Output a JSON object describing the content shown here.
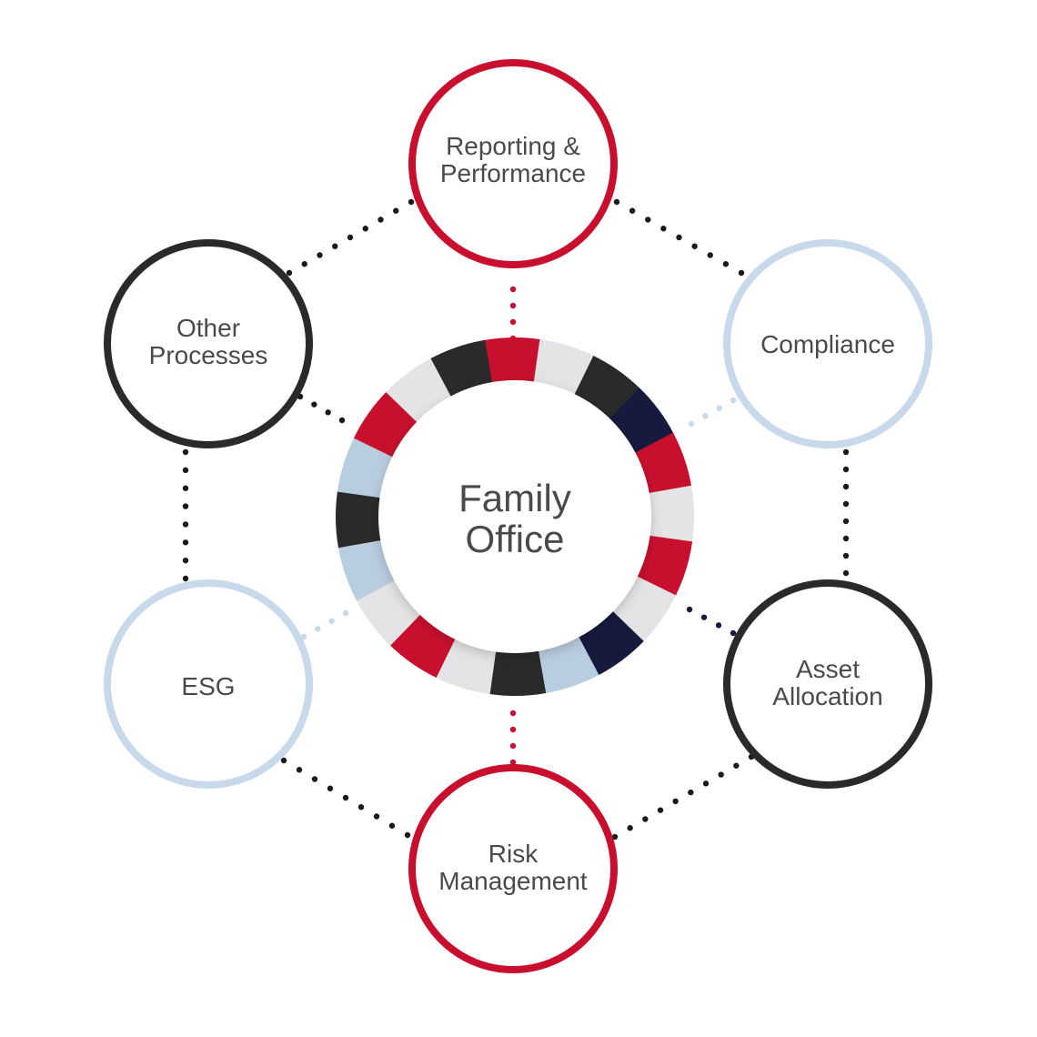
{
  "diagram": {
    "center": {
      "lines": [
        "Family",
        "Office"
      ]
    },
    "colors": {
      "red": "#c8102e",
      "dark": "#2a2a2a",
      "navy": "#161a3d",
      "light_blue": "#c7d9ea",
      "ring_light_blue": "#b9cde0",
      "ring_gray": "#e4e4e6"
    },
    "nodes": [
      {
        "id": "reporting",
        "lines": [
          "Reporting &",
          "Performance"
        ],
        "color": "red"
      },
      {
        "id": "compliance",
        "lines": [
          "Compliance"
        ],
        "color": "light_blue"
      },
      {
        "id": "asset-allocation",
        "lines": [
          "Asset",
          "Allocation"
        ],
        "color": "dark"
      },
      {
        "id": "risk-management",
        "lines": [
          "Risk",
          "Management"
        ],
        "color": "red"
      },
      {
        "id": "esg",
        "lines": [
          "ESG"
        ],
        "color": "light_blue"
      },
      {
        "id": "other-processes",
        "lines": [
          "Other",
          "Processes"
        ],
        "color": "dark"
      }
    ],
    "ring_segment_colors": [
      "red",
      "ring_gray",
      "dark",
      "navy",
      "red",
      "ring_gray",
      "red",
      "ring_gray",
      "navy",
      "ring_light_blue",
      "dark",
      "ring_gray",
      "red",
      "ring_gray",
      "ring_light_blue",
      "dark",
      "ring_light_blue",
      "red",
      "ring_gray",
      "dark"
    ]
  }
}
